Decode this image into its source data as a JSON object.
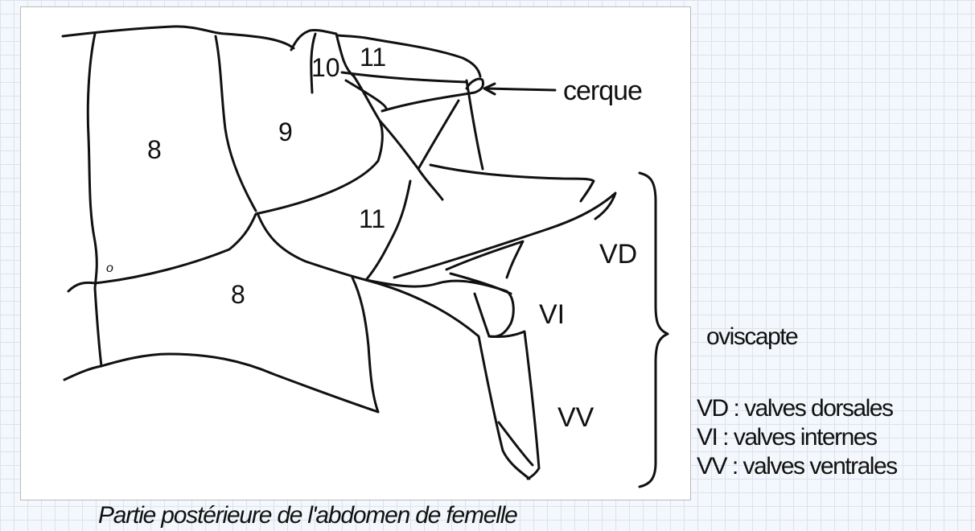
{
  "diagram": {
    "segments": {
      "s10": "10",
      "s11_top": "11",
      "s9": "9",
      "s8_upper": "8",
      "s11": "11",
      "s8_lower": "8",
      "spiracle": "o"
    },
    "labels": {
      "cerque": "cerque",
      "vd": "VD",
      "vi": "VI",
      "vv": "VV"
    }
  },
  "oviscapte_label": "oviscapte",
  "legend": [
    "VD : valves dorsales",
    "VI : valves internes",
    "VV : valves ventrales"
  ],
  "caption": "Partie postérieure de l'abdomen de femelle"
}
